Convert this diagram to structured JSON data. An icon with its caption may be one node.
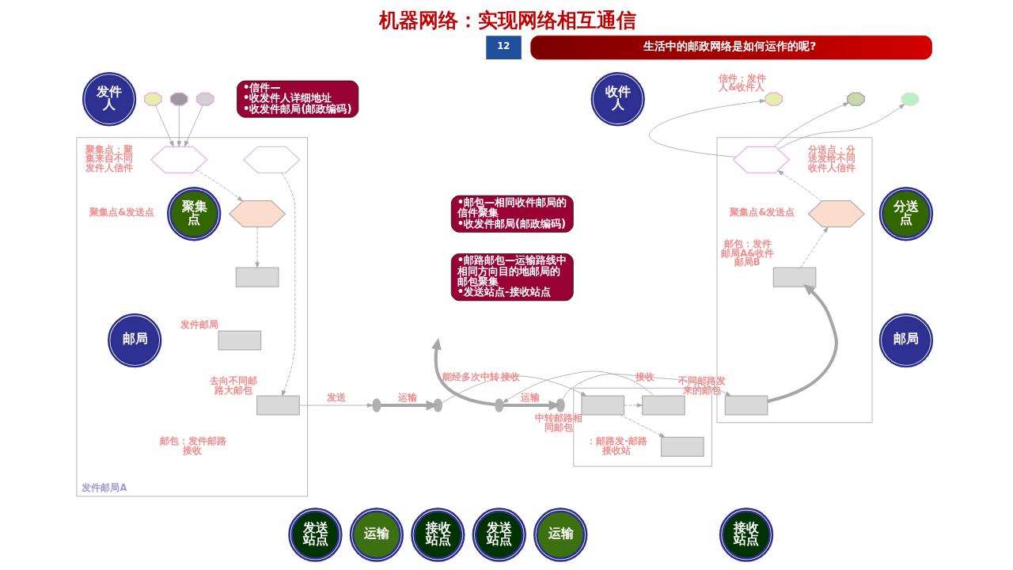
{
  "diagram": {
    "title": "机器网络：实现网络相互通信",
    "nodes": [
      {
        "text": [
          "生活中的邮政网络是如何运作的呢?"
        ]
      },
      {
        "text": [
          "发件人"
        ]
      },
      {
        "text": [],
        "shape": "octagon"
      },
      {
        "text": [],
        "shape": "octagon"
      },
      {
        "text": [],
        "shape": "octagon"
      },
      {
        "text": [
          "•信件—",
          "•收发件人详细地址",
          "•收发件邮局(邮政编码)"
        ]
      },
      {
        "text": [
          "发件邮局A"
        ]
      },
      {
        "text": [],
        "shape": "hexagon",
        "in": 6,
        "beside": [
          "聚集点：聚集来自不同发件人信件"
        ]
      },
      {
        "text": [],
        "shape": "hexagon",
        "in": 6
      },
      {
        "text": [
          "聚集点"
        ],
        "in": 6
      },
      {
        "text": [],
        "shape": "hexagon",
        "in": 6
      },
      {
        "text": [
          "•邮包—相同收件邮局的信件聚集",
          "•收发件邮局(邮政编码)"
        ]
      },
      {
        "text": [],
        "shape": "box",
        "in": 6
      },
      {
        "text": [],
        "shape": "box",
        "in": 6,
        "beside": [
          "发件邮局"
        ]
      },
      {
        "text": [
          "邮局"
        ],
        "in": 6
      },
      {
        "text": [
          "•邮路邮包—运输路线中相同方向目的地邮局的邮包聚集",
          "•发送站点-接收站点"
        ]
      },
      {
        "text": [],
        "shape": "box",
        "in": 6,
        "beside": [
          "去向不同邮路大邮包"
        ]
      },
      {
        "text": [],
        "shape": "ellipse"
      },
      {
        "text": [],
        "shape": "ellipse"
      },
      {
        "text": [
          "发送站点"
        ]
      },
      {
        "text": [
          "运输"
        ]
      },
      {
        "text": [],
        "shape": "box"
      },
      {
        "text": [],
        "shape": "box",
        "in": 21,
        "beside": [
          "中转邮路相同邮包"
        ]
      },
      {
        "text": [],
        "shape": "box",
        "in": 21
      },
      {
        "text": [],
        "shape": "box",
        "in": 21
      },
      {
        "text": [
          "接收站点"
        ]
      },
      {
        "text": [],
        "shape": "ellipse"
      },
      {
        "text": [],
        "shape": "ellipse"
      },
      {
        "text": [
          "发送站点"
        ]
      },
      {
        "text": [
          "运输"
        ]
      },
      {
        "text": [
          "收件人"
        ]
      },
      {
        "text": [],
        "shape": "octagon",
        "beside": [
          "信件：发件人&收件人"
        ]
      },
      {
        "text": [],
        "shape": "octagon"
      },
      {
        "text": [],
        "shape": "octagon"
      },
      {
        "text": [],
        "shape": "box"
      },
      {
        "text": [],
        "shape": "hexagon",
        "in": 34,
        "beside": [
          "分送点：分送发给不同收件人信件"
        ]
      },
      {
        "text": [
          "分送点"
        ]
      },
      {
        "text": [],
        "shape": "hexagon",
        "in": 34
      },
      {
        "text": [],
        "shape": "box",
        "in": 34,
        "beside": [
          "邮包：发件邮局A&收件邮局B"
        ]
      },
      {
        "text": [
          "邮局"
        ]
      },
      {
        "text": [],
        "shape": "box",
        "in": 34,
        "beside": [
          "不同邮路发来的邮包"
        ]
      },
      {
        "text": [
          "接收站点"
        ]
      }
    ],
    "edges": [
      {
        "from": 2,
        "to": 7,
        "arrow": "to"
      },
      {
        "from": 3,
        "to": 7,
        "arrow": "to"
      },
      {
        "from": 4,
        "to": 7,
        "arrow": "to"
      },
      {
        "from": 7,
        "to": 10,
        "arrow": "to",
        "style": "dashed"
      },
      {
        "from": 8,
        "to": 16,
        "arrow": "to",
        "style": "dashed"
      },
      {
        "from": 10,
        "to": 12,
        "arrow": "to",
        "style": "dashed"
      },
      {
        "from": 16,
        "to": 17,
        "arrow": "to",
        "label": "发送"
      },
      {
        "from": 17,
        "to": 18,
        "arrow": "to",
        "label": "运输",
        "style": "thick"
      },
      {
        "from": 18,
        "to": 22,
        "arrow": "to",
        "label": "接收"
      },
      {
        "from": 22,
        "to": 23,
        "arrow": "to",
        "style": "dashed"
      },
      {
        "from": 22,
        "to": 24,
        "arrow": "to",
        "style": "dashed"
      },
      {
        "from": 23,
        "to": 26,
        "arrow": "to"
      },
      {
        "from": 26,
        "to": 27,
        "arrow": "to",
        "label": "运输",
        "style": "thick"
      },
      {
        "from": 27,
        "to": 40,
        "arrow": "to",
        "label": "接收"
      },
      {
        "from": 26,
        "to": null,
        "arrow": "to",
        "label": "能经多次中转",
        "style": "thick"
      },
      {
        "from": 40,
        "to": 38,
        "arrow": "to",
        "style": "thick"
      },
      {
        "from": 38,
        "to": 37,
        "arrow": "to",
        "style": "dashed"
      },
      {
        "from": 37,
        "to": 35,
        "arrow": "to",
        "style": "dashed"
      },
      {
        "from": 35,
        "to": 31,
        "arrow": "to"
      },
      {
        "from": 35,
        "to": 32,
        "arrow": "to"
      },
      {
        "from": 35,
        "to": 33,
        "arrow": "to"
      }
    ],
    "labels": [
      "12",
      "聚集点&发送点",
      "聚集点&发送点",
      "邮包：发件邮路接收",
      "：邮路发-邮路接收站"
    ]
  }
}
